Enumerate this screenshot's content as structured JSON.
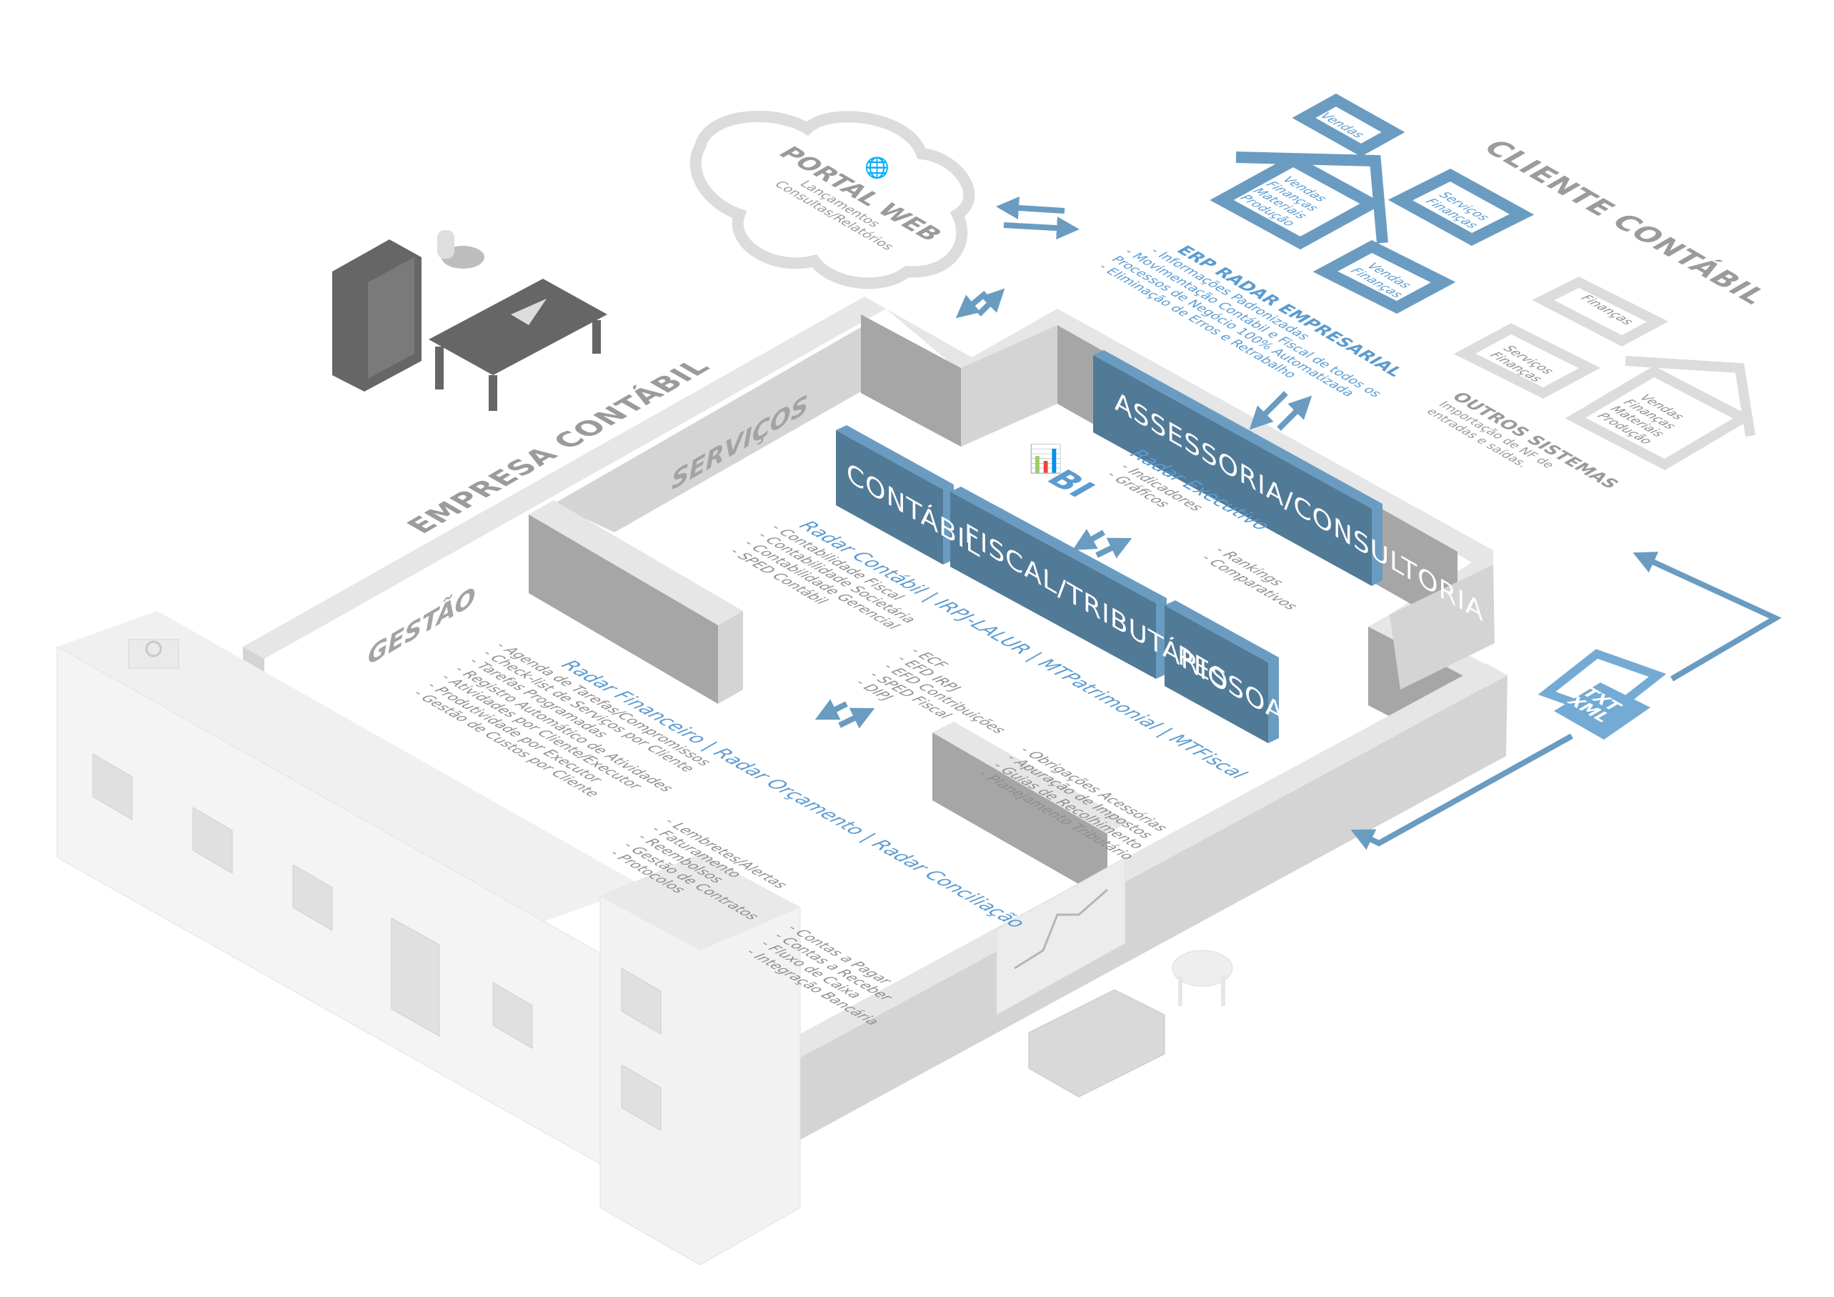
{
  "sections": {
    "empresa": "EMPRESA CONTÁBIL",
    "cliente": "CLIENTE CONTÁBIL"
  },
  "walls": {
    "servicos": "SERVIÇOS",
    "gestao": "GESTÃO"
  },
  "portal": {
    "icon": "globe-icon",
    "title": "PORTAL WEB",
    "lines": [
      "Lançamentos",
      "Consultas/Relatórios"
    ]
  },
  "erp": {
    "title": "ERP RADAR EMPRESARIAL",
    "lines": [
      "- Informações Padronizadas",
      "- Movimentação Contábil e Fiscal de todos os",
      "Processos de Negócio 100% Automatizada",
      "- Eliminação de Erros e Retrabalho"
    ],
    "boxes": [
      {
        "lines": [
          "Vendas"
        ]
      },
      {
        "lines": [
          "Vendas",
          "Finanças",
          "Materiais",
          "Produção"
        ]
      },
      {
        "lines": [
          "Serviços",
          "Finanças"
        ]
      },
      {
        "lines": [
          "Vendas",
          "Finanças"
        ]
      }
    ]
  },
  "outros": {
    "title": "OUTROS SISTEMAS",
    "lines": [
      "Importação de NF de",
      "entradas e saídas."
    ],
    "boxes": [
      {
        "lines": [
          "Finanças"
        ]
      },
      {
        "lines": [
          "Serviços",
          "Finanças"
        ]
      },
      {
        "lines": [
          "Vendas",
          "Finanças",
          "Materiais",
          "Produção"
        ]
      }
    ]
  },
  "file_badge": {
    "icon": "document-icon",
    "line1": "TXT",
    "line2": "XML"
  },
  "modules": {
    "assessoria": "ASSESSORIA/CONSULTORIA",
    "contabil": "CONTÁBIL",
    "fiscal": "FISCAL/TRIBUTÁRIO",
    "pessoal": "PESSOAL"
  },
  "bi": {
    "icon": "tablet-chart-touch-icon",
    "label": "BI",
    "heading": "Radar Executivo",
    "col1": [
      "- Indicadores",
      "- Gráficos"
    ],
    "col2": [
      "- Rankings",
      "- Comparativos"
    ]
  },
  "contabil_radar": {
    "heading": "Radar Contábil | IRPJ-LALUR | MTPatrimonial | MTFiscal",
    "col1": [
      "- Contabilidade Fiscal",
      "- Contabilidade Societária",
      "- Contabilidade Gerencial",
      "- SPED Contábil"
    ],
    "col2": [
      "- ECF",
      "- EFD IRPJ",
      "- EFD Contribuições",
      "- SPED Fiscal",
      "- DIPJ"
    ],
    "col3": [
      "- Obrigações Acessórias",
      "- Apuração de Impostos",
      "- Guias de Recolhimento",
      "- Planejamento Tributário"
    ]
  },
  "financeiro_radar": {
    "heading": "Radar Financeiro | Radar Orçamento | Radar Conciliação",
    "col1": [
      "- Agenda de Tarefas/Compromissos",
      "- Check-list de Serviços por Cliente",
      "- Tarefas Programadas",
      "- Registro Automático de Atividades",
      "- Atividades por Cliente/Executor",
      "- Produtividade por Executor",
      "- Gestão de Custos por Cliente"
    ],
    "col2": [
      "- Lembretes/Alertas",
      "- Faturamento",
      "- Reembolsos",
      "- Gestão de Contratos",
      "- Protocolos"
    ],
    "col3": [
      "- Contas a Pagar",
      "- Contas a Receber",
      "- Fluxo de Caixa",
      "- Integração Bancária"
    ]
  },
  "colors": {
    "accent_blue": "#5b9bd0",
    "module_blue": "#517a97",
    "module_edge": "#6a9cc2",
    "wall_top": "#e6e6e6",
    "wall_light": "#d4d4d4",
    "wall_dark": "#a6a6a6",
    "furniture": "#666666"
  }
}
